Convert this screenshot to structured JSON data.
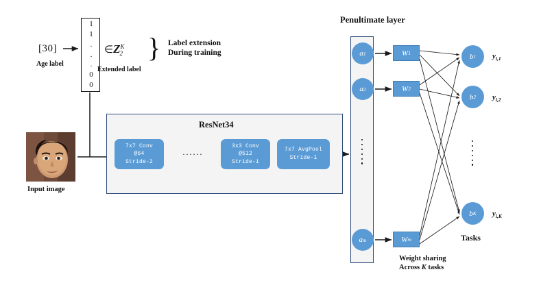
{
  "diagram": {
    "title": "CNN age-estimation architecture with extended label and K-task output layer",
    "colors": {
      "node_blue": "#5b9bd5",
      "box_border_blue": "#2f4b7c",
      "panel_gray": "#f4f4f4",
      "text_black": "#111111",
      "edge_black": "#1a1a1a"
    }
  },
  "label_extension": {
    "age_bracket": "[30]",
    "age_label_caption": "Age label",
    "vector_values": [
      "1",
      "1",
      ".",
      ".",
      ".",
      "0",
      "0"
    ],
    "membership": "∈",
    "set_symbol": "Z",
    "set_subscript": "2",
    "set_superscript": "K",
    "extended_label_caption": "Extended label",
    "brace": "}",
    "annotation_line1": "Label extension",
    "annotation_line2": "During  training"
  },
  "input": {
    "image_caption": "Input  image",
    "image_alt": "face-photo"
  },
  "resnet": {
    "title": "ResNet34",
    "blocks": [
      {
        "name": "conv1",
        "lines": [
          "7x7 Conv",
          "@64",
          "Stride-2"
        ]
      },
      {
        "name": "conv2",
        "lines": [
          "3x3 Conv",
          "@512",
          "Stride-1"
        ]
      },
      {
        "name": "avgpool",
        "lines": [
          "7x7 AvgPool",
          "Stride-1"
        ]
      }
    ],
    "ellipsis": "······"
  },
  "penultimate": {
    "title": "Penultimate layer",
    "activations": [
      {
        "base": "a",
        "sub": "1"
      },
      {
        "base": "a",
        "sub": "2"
      },
      {
        "base": "a",
        "sub": "m"
      }
    ],
    "weights": [
      {
        "base": "W",
        "sub": "1"
      },
      {
        "base": "W",
        "sub": "2"
      },
      {
        "base": "W",
        "sub": "m"
      }
    ],
    "weight_sharing_line1": "Weight sharing",
    "weight_sharing_line2_pre": "Across ",
    "weight_sharing_line2_em": "K",
    "weight_sharing_line2_post": " tasks"
  },
  "outputs": {
    "tasks_caption": "Tasks",
    "nodes": [
      {
        "base": "b",
        "sub": "1"
      },
      {
        "base": "b",
        "sub": "2"
      },
      {
        "base": "b",
        "sub": "K"
      }
    ],
    "y_labels": [
      {
        "base": "y",
        "sub": "i,1"
      },
      {
        "base": "y",
        "sub": "i,2"
      },
      {
        "base": "y",
        "sub": "i,K"
      }
    ]
  }
}
